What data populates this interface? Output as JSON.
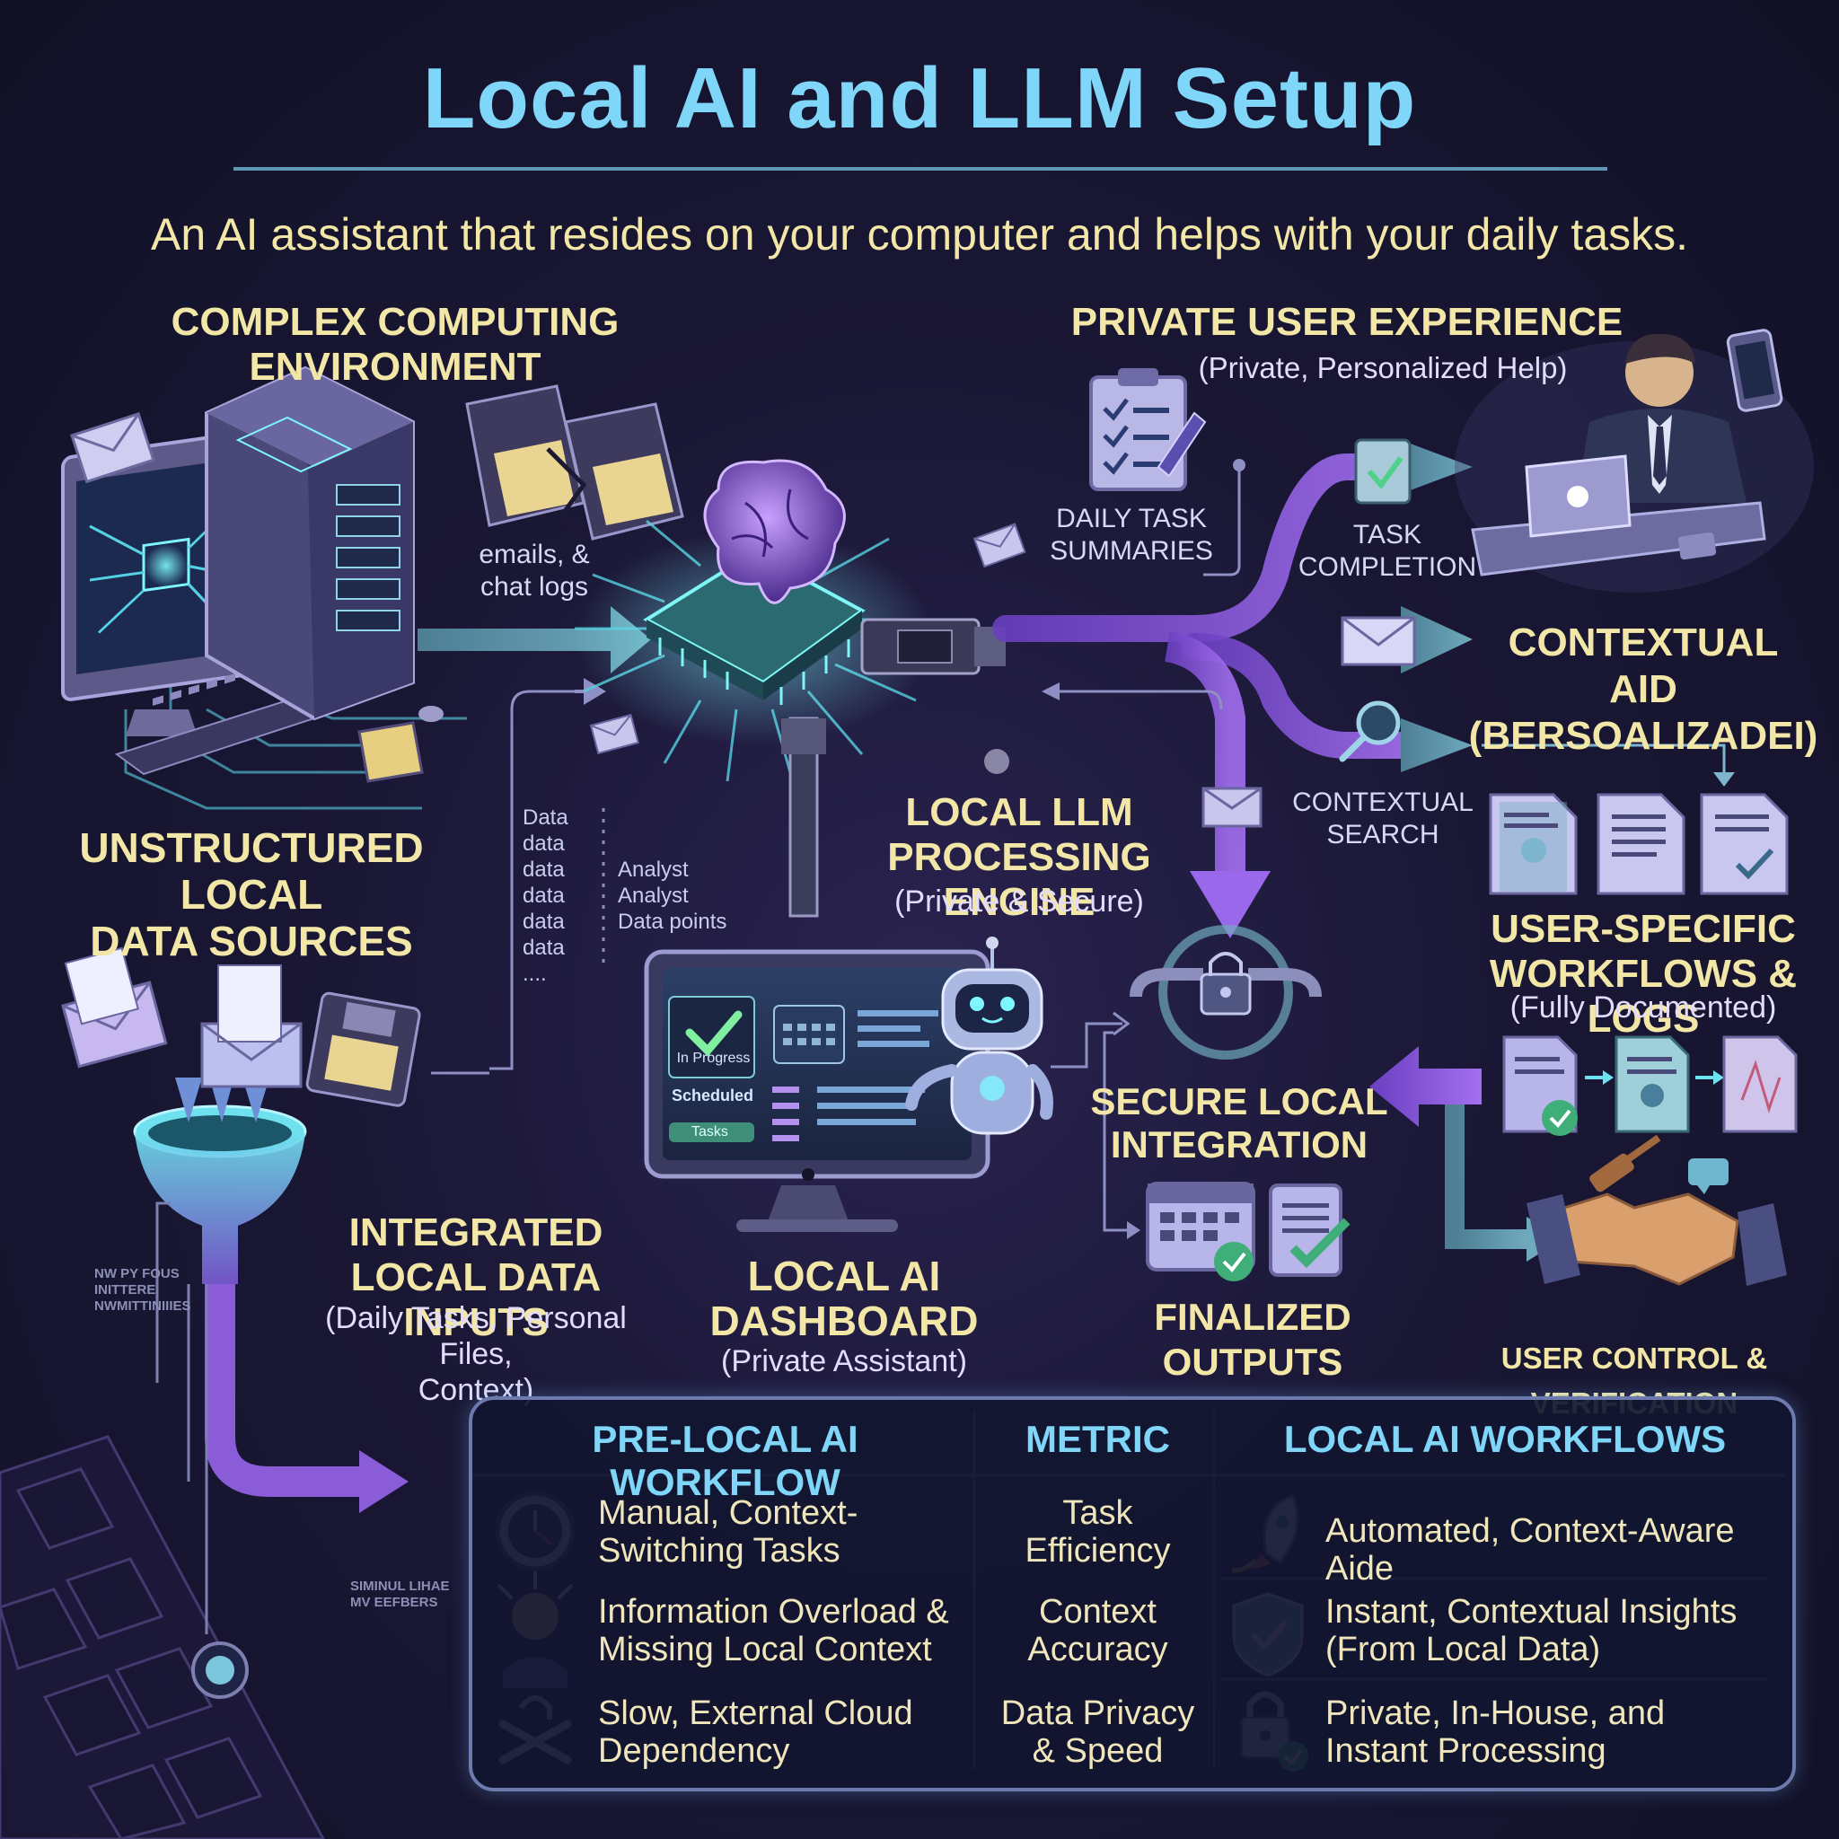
{
  "title": "Local AI and LLM Setup",
  "subtitle": "An AI assistant that resides on your computer and helps with your daily tasks.",
  "sections": {
    "complex_env": "COMPLEX COMPUTING ENVIRONMENT",
    "unstructured": [
      "UNSTRUCTURED LOCAL",
      "DATA SOURCES"
    ],
    "integrated": {
      "title": [
        "INTEGRATED",
        "LOCAL DATA INPUTS"
      ],
      "subtitle": [
        "(Daily Tasks, Personal Files,",
        "Context)"
      ]
    },
    "engine": {
      "title": [
        "LOCAL LLM",
        "PROCESSING ENGINE"
      ],
      "subtitle": "(Private & Secure)"
    },
    "dashboard": {
      "title": [
        "LOCAL AI",
        "DASHBOARD"
      ],
      "subtitle": "(Private Assistant)",
      "screen": {
        "status": "In Progress",
        "scheduled": "Scheduled",
        "task": "Tasks"
      }
    },
    "private_ux": {
      "title": "PRIVATE USER EXPERIENCE",
      "subtitle": "(Private, Personalized Help)"
    },
    "contextual_aid": [
      "CONTEXTUAL",
      "AID (BERSOALIZADEI)"
    ],
    "user_specific": {
      "title": [
        "USER-SPECIFIC",
        "WORKFLOWS & LOGS"
      ],
      "subtitle": "(Fully Documented)"
    },
    "secure": [
      "SECURE LOCAL",
      "INTEGRATION"
    ],
    "finalized": "FINALIZED OUTPUTS",
    "user_control": "USER CONTROL & VERIFICATION"
  },
  "labels": {
    "emails": [
      "emails, &",
      "chat logs"
    ],
    "daily_task": [
      "DAILY TASK",
      "SUMMARIES"
    ],
    "task_completion": [
      "TASK",
      "COMPLETION"
    ],
    "contextual_search": [
      "CONTEXTUAL",
      "SEARCH"
    ],
    "data_list": [
      "Data",
      "data",
      "data",
      "data",
      "data",
      "data",
      "...."
    ],
    "analyst_list": [
      "Analyst",
      "Analyst",
      "Data points"
    ],
    "faint_left": [
      "NW PY FOUS",
      "INITTERE",
      "NWMITTINIIIES"
    ],
    "faint_bottom": [
      "SIMINUL LIHAE",
      "MV EEFBERS"
    ]
  },
  "table": {
    "headers": [
      "PRE-LOCAL AI WORKFLOW",
      "METRIC",
      "LOCAL AI WORKFLOWS"
    ],
    "rows": [
      {
        "pre": [
          "Manual, Context-",
          "Switching Tasks"
        ],
        "metric": [
          "Task",
          "Efficiency"
        ],
        "local": [
          "Automated, Context-Aware Aide"
        ],
        "pre_icon": "clock-icon",
        "local_icon": "rocket-icon"
      },
      {
        "pre": [
          "Information Overload &",
          "Missing Local Context"
        ],
        "metric": [
          "Context",
          "Accuracy"
        ],
        "local": [
          "Instant, Contextual Insights",
          "(From Local Data)"
        ],
        "pre_icon": "stressed-person-icon",
        "local_icon": "shield-check-icon"
      },
      {
        "pre": [
          "Slow, External Cloud",
          "Dependency"
        ],
        "metric": [
          "Data Privacy",
          "& Speed"
        ],
        "local": [
          "Private, In-House, and",
          "Instant Processing"
        ],
        "pre_icon": "broken-chain-icon",
        "local_icon": "padlock-check-icon"
      }
    ]
  },
  "colors": {
    "background": "#161530",
    "title": "#7fd6f8",
    "headers": "#f3e7a8",
    "flow_purple": "#8a5cd8",
    "flow_teal": "#5b8fa3",
    "table_border": "#6c7aae"
  }
}
